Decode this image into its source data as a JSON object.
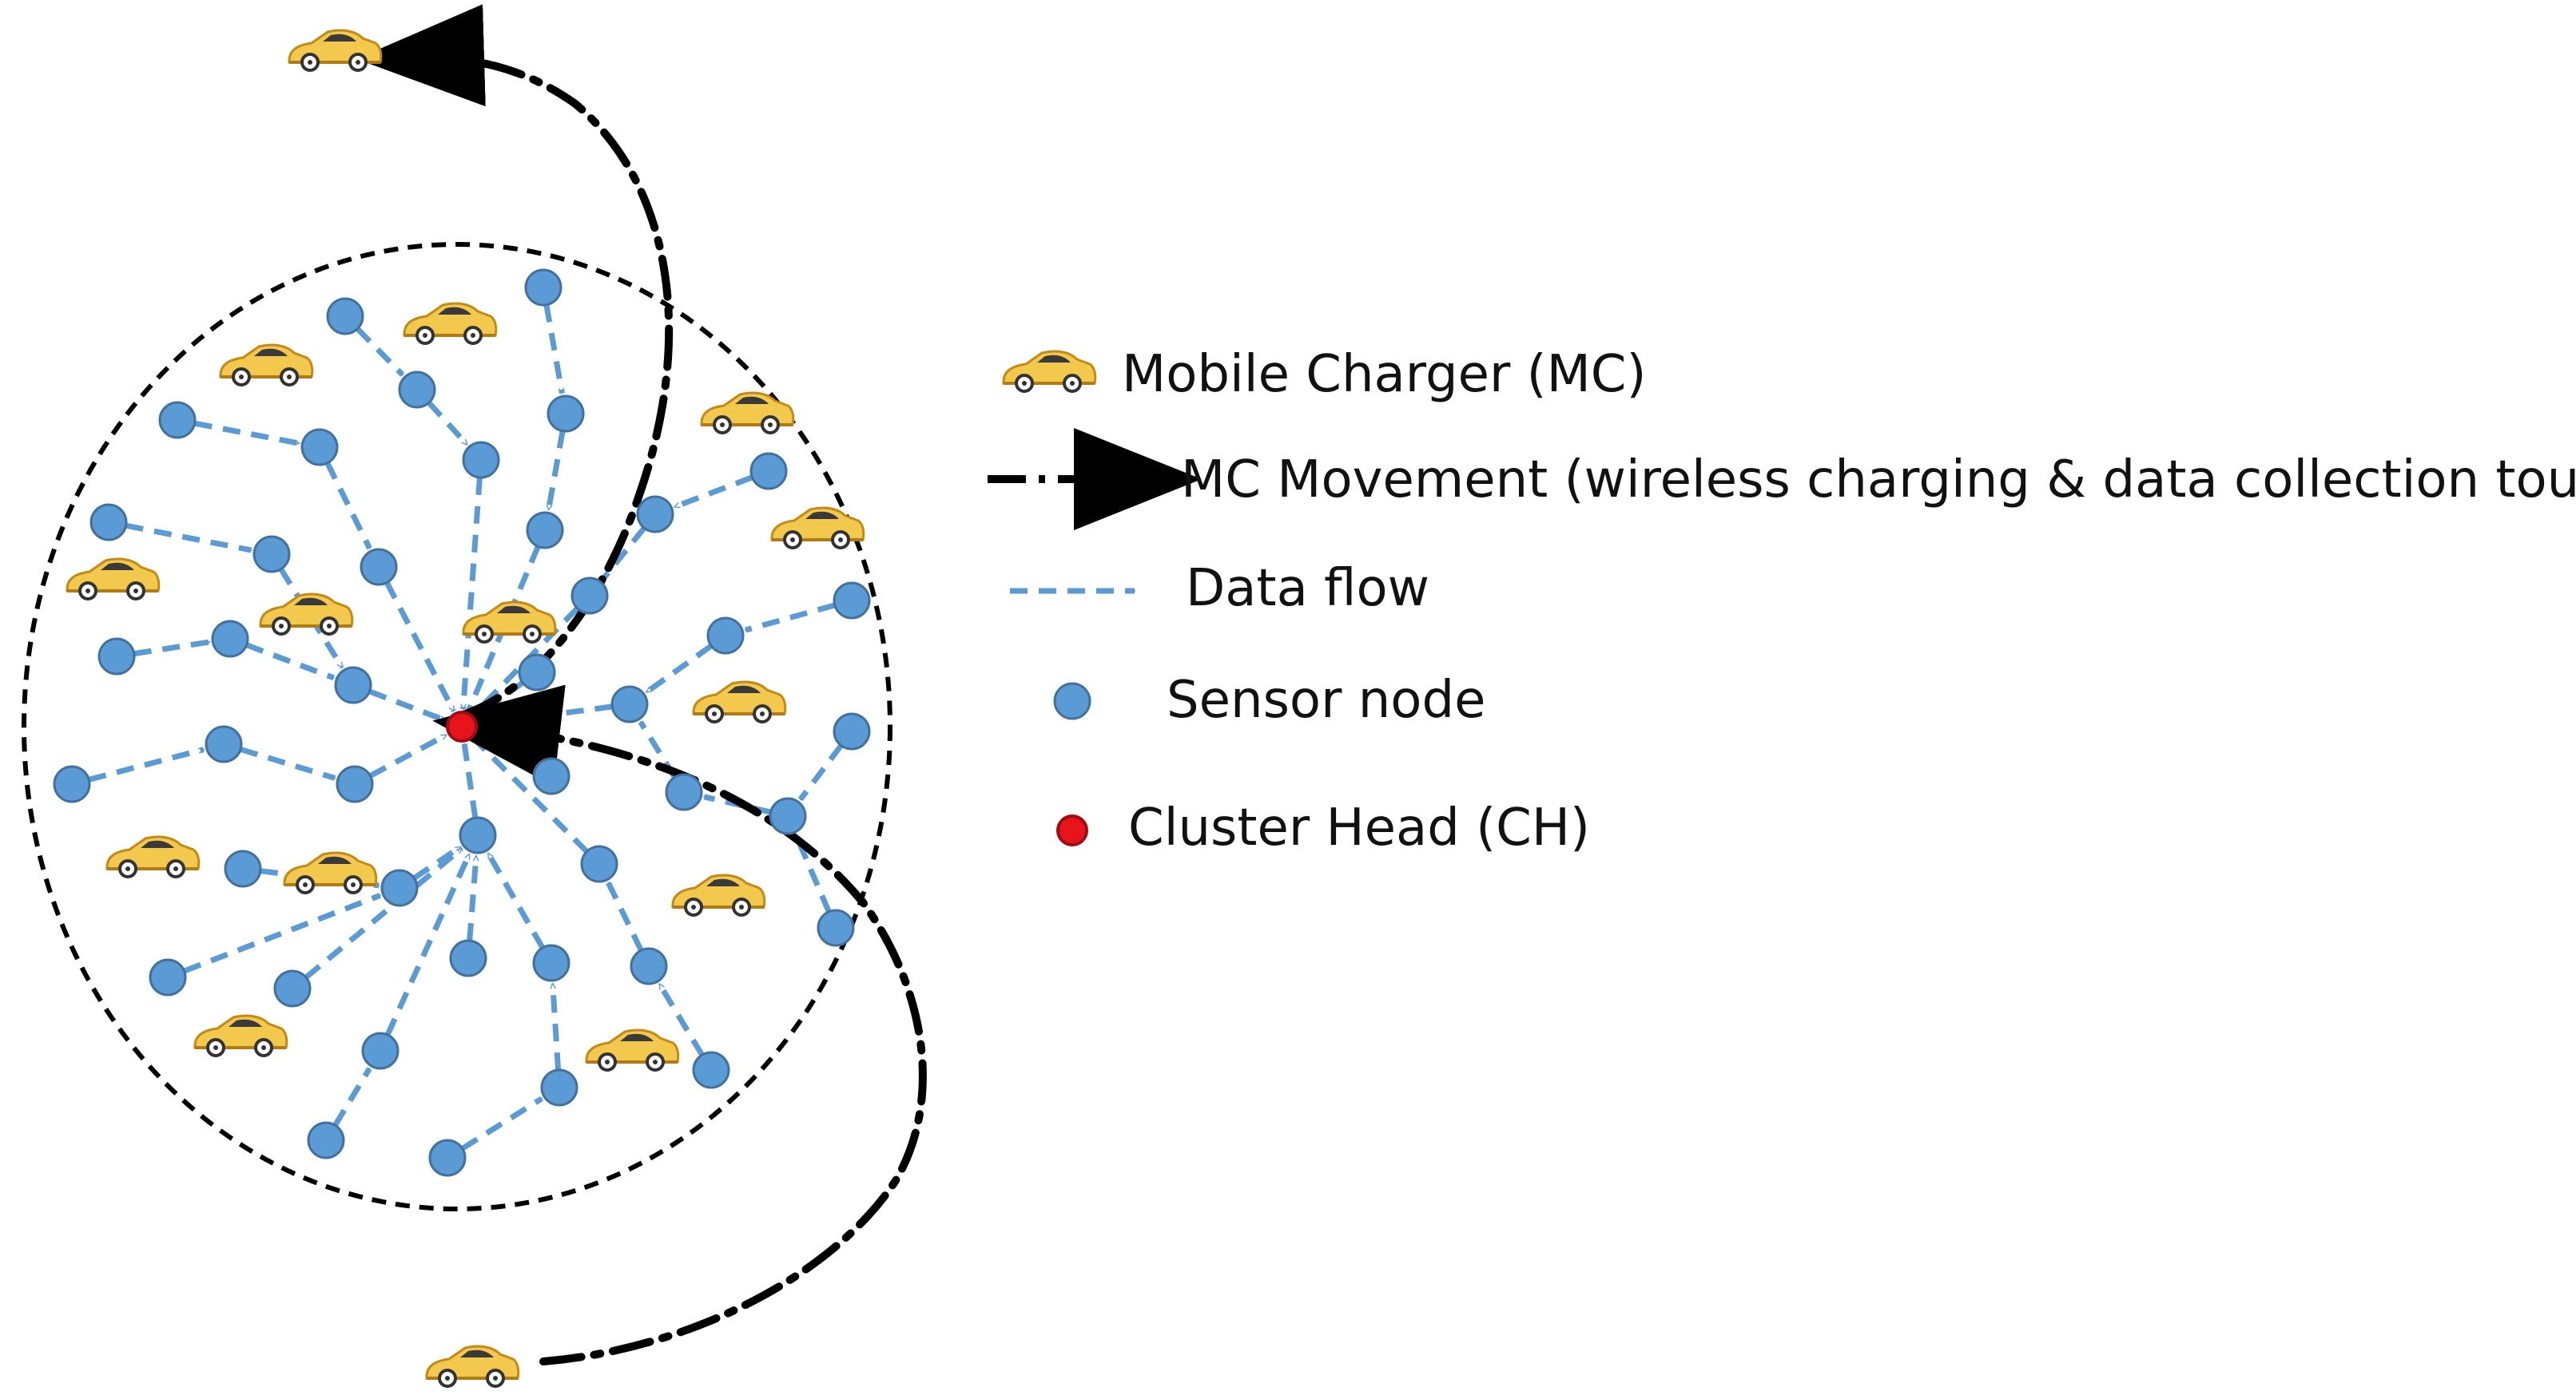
{
  "legend": {
    "mobile_charger": "Mobile Charger (MC)",
    "mc_movement": "MC Movement (wireless charging & data collection tour)",
    "data_flow": "Data flow",
    "sensor_node": "Sensor node",
    "cluster_head": "Cluster Head (CH)"
  },
  "colors": {
    "sensor_node": "#5b9bd5",
    "sensor_node_stroke": "#41719c",
    "data_flow": "#5b9bd5",
    "cluster_head": "#e8141b",
    "mc_path": "#000000",
    "cluster_boundary": "#000000",
    "car_body": "#f2c94c",
    "car_window": "#3a3a3a"
  }
}
